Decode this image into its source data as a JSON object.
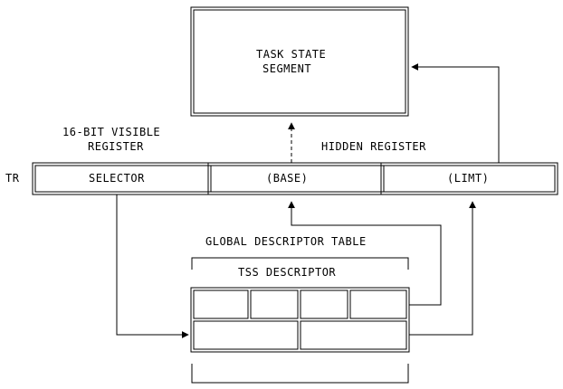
{
  "tss": {
    "line1": "TASK STATE",
    "line2": "SEGMENT"
  },
  "visible_register": {
    "line1": "16-BIT VISIBLE",
    "line2": "REGISTER"
  },
  "hidden_register": {
    "label": "HIDDEN REGISTER"
  },
  "tr": {
    "label": "TR",
    "selector": "SELECTOR",
    "base": "(BASE)",
    "limit": "(LIMT)"
  },
  "gdt": {
    "title": "GLOBAL DESCRIPTOR TABLE",
    "tss_descriptor": "TSS DESCRIPTOR"
  }
}
